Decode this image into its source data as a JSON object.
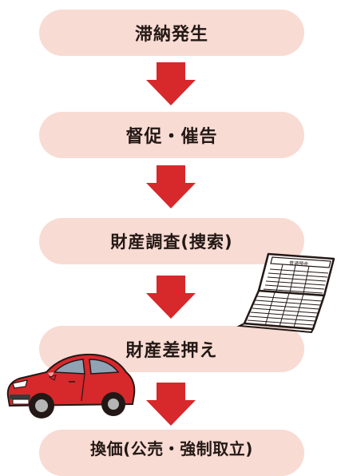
{
  "flow": {
    "steps": [
      {
        "label": "滞納発生"
      },
      {
        "label": "督促・催告"
      },
      {
        "label": "財産調査(捜索)"
      },
      {
        "label": "財産差押え"
      },
      {
        "label": "換価(公売・強制取立)"
      }
    ],
    "passbook_title": "普通預金"
  },
  "colors": {
    "box_fill": "#f8dbd3",
    "arrow": "#d7282b",
    "car": "#d7282b",
    "text": "#231815"
  }
}
